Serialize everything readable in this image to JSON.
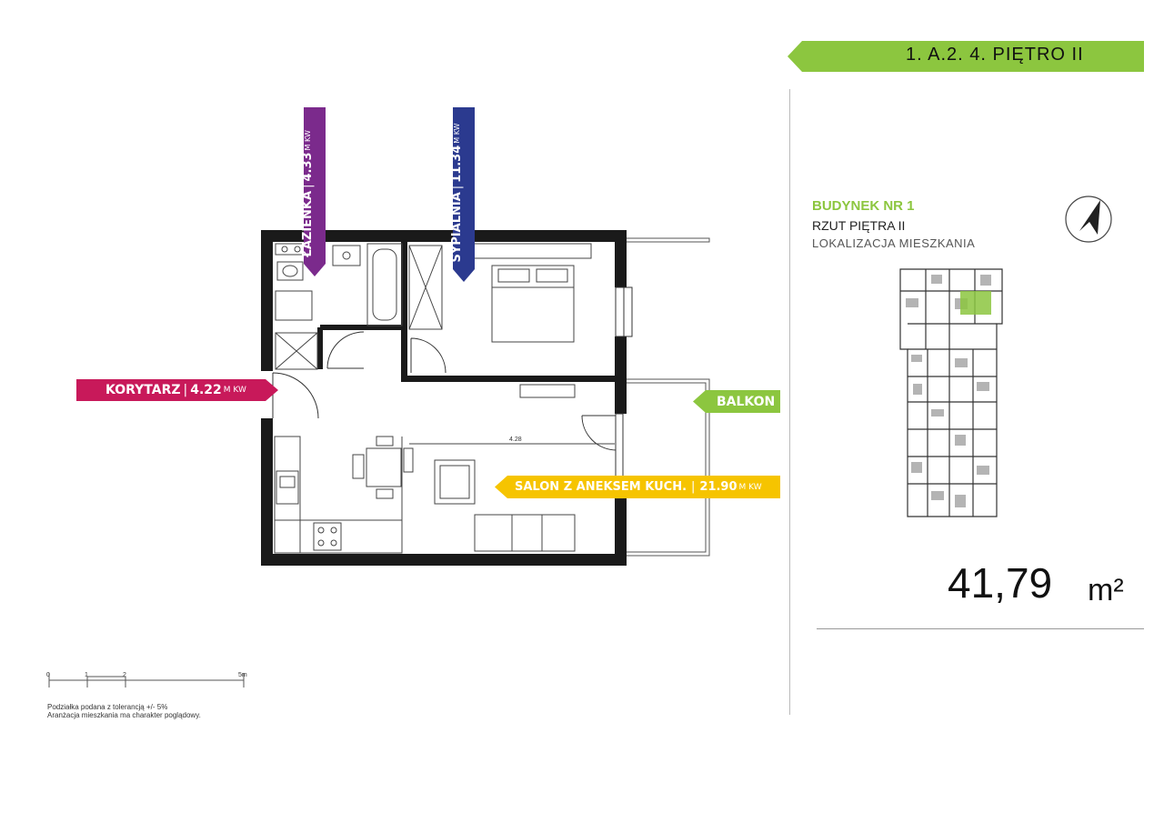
{
  "header": {
    "unit_code": "1. A.2. 4. PIĘTRO II",
    "banner_color": "#8cc63f"
  },
  "building": {
    "title": "BUDYNEK NR 1",
    "floor": "RZUT PIĘTRA II",
    "location": "LOKALIZACJA MIESZKANIA",
    "highlight_color": "#8cc63f"
  },
  "area": {
    "value": "41,79",
    "unit": "m²"
  },
  "rooms": {
    "lazienka": {
      "name": "ŁAZIENKA",
      "area": "4.33",
      "unit": "M KW",
      "color": "#7b2a8c"
    },
    "sypialnia": {
      "name": "SYPIALNIA",
      "area": "11.34",
      "unit": "M KW",
      "color": "#2b3a8f"
    },
    "korytarz": {
      "name": "KORYTARZ",
      "area": "4.22",
      "unit": "M KW",
      "color": "#c8195a"
    },
    "balkon": {
      "name": "BALKON",
      "color": "#8cc63f"
    },
    "salon": {
      "name": "SALON Z ANEKSEM KUCH.",
      "area": "21.90",
      "unit": "M KW",
      "color": "#f6c400"
    }
  },
  "plan": {
    "dimension": "4.28"
  },
  "scale": {
    "t0": "0",
    "t1": "1",
    "t2": "2",
    "t5": "5m"
  },
  "notes": {
    "line1": "Podziałka podana z tolerancją +/- 5%",
    "line2": "Aranżacja mieszkania ma charakter poglądowy."
  }
}
